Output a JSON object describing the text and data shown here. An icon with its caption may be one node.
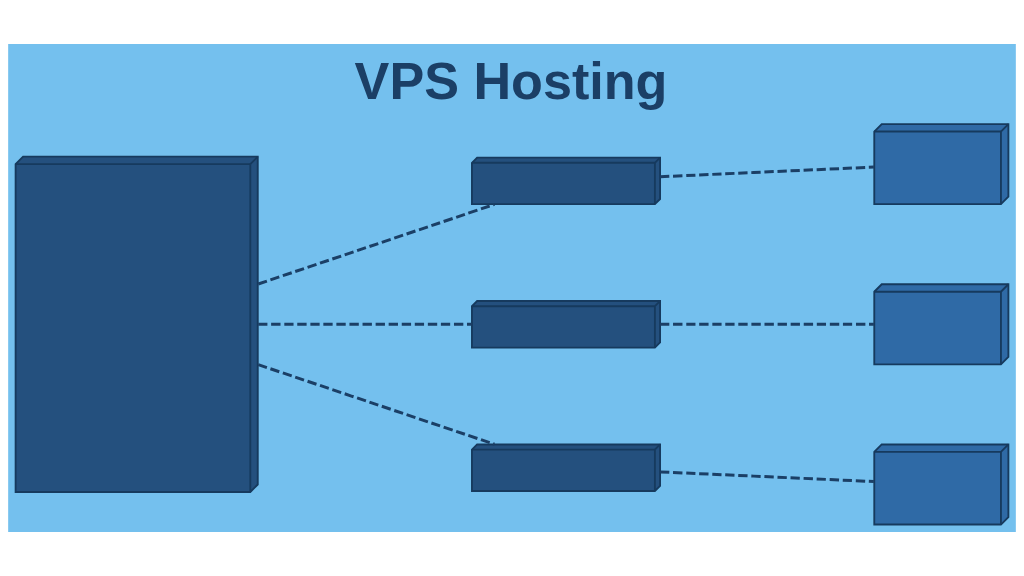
{
  "diagram": {
    "title": "VPS Hosting",
    "nodes": [
      {
        "text": [],
        "shape": "picture"
      },
      {
        "text": [],
        "shape": "picture"
      },
      {
        "text": [],
        "shape": "picture"
      },
      {
        "text": [],
        "shape": "picture"
      },
      {
        "text": [],
        "shape": "picture"
      },
      {
        "text": [],
        "shape": "picture"
      },
      {
        "text": [],
        "shape": "picture"
      }
    ],
    "edges": [
      {
        "from": 0,
        "to": 1,
        "arrow": "none",
        "style": "dashed"
      },
      {
        "from": 0,
        "to": 2,
        "arrow": "none",
        "style": "dashed"
      },
      {
        "from": 0,
        "to": 3,
        "arrow": "none",
        "style": "dashed"
      },
      {
        "from": 1,
        "to": 4,
        "arrow": "none",
        "style": "dashed"
      },
      {
        "from": 2,
        "to": 5,
        "arrow": "none",
        "style": "dashed"
      },
      {
        "from": 3,
        "to": 6,
        "arrow": "none",
        "style": "dashed"
      }
    ]
  }
}
